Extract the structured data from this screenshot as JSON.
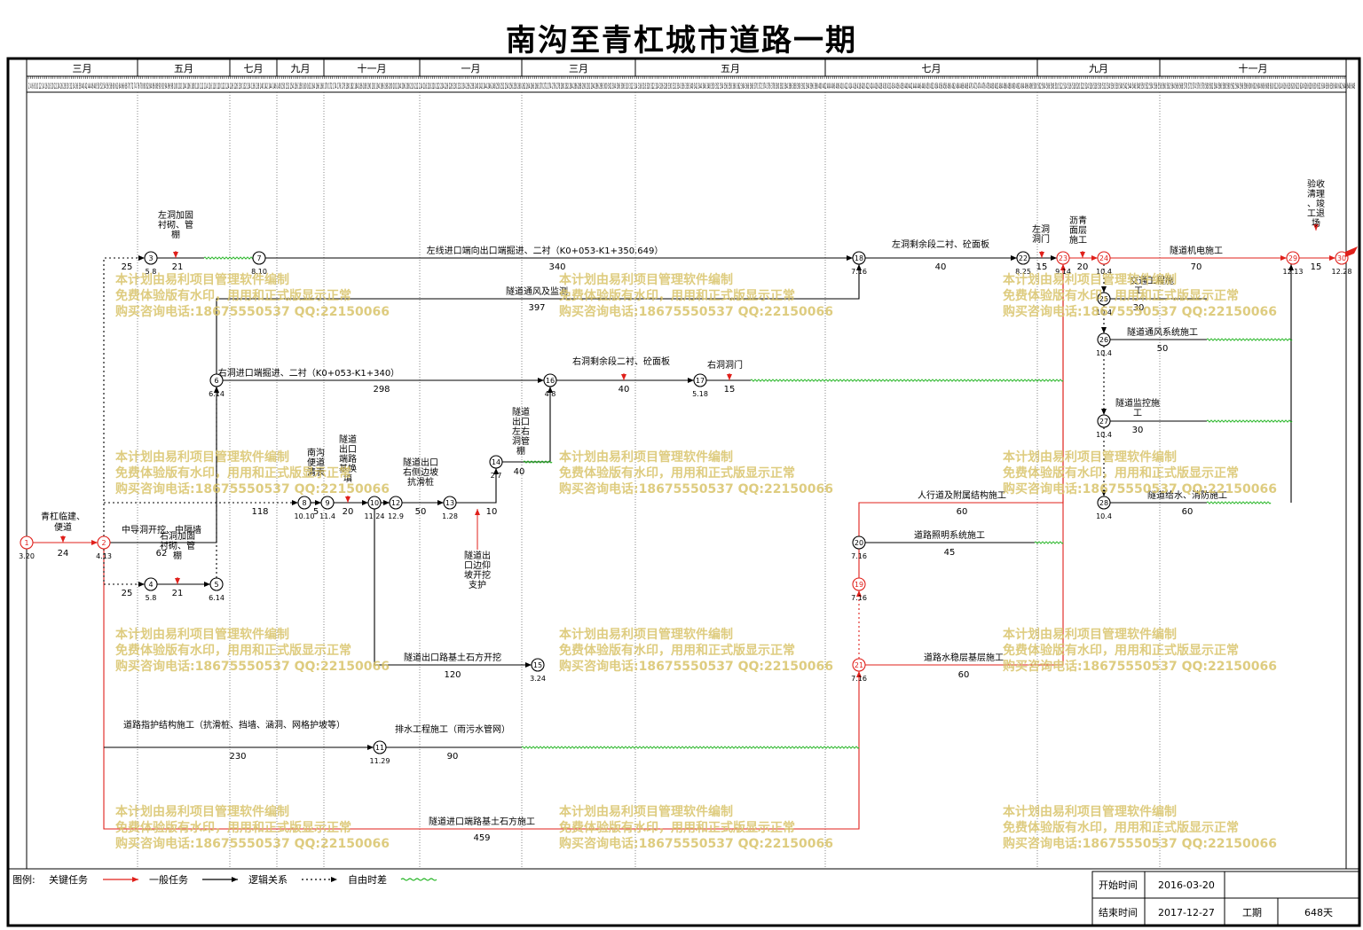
{
  "title": "南沟至青杠城市道路一期",
  "months": [
    "三月",
    "五月",
    "七月",
    "九月",
    "十一月",
    "一月",
    "三月",
    "五月",
    "七月",
    "九月",
    "十一月"
  ],
  "tick_numbers": "2 4 6 8 10 12 14 16 18 20 22 24 26 28 30 32 34 36 38 40 42 44 46 48 50 52 54 56 58 60 62 64 66 68 70 72 74 76 78 80 82 84 86 88 90 92 94 96 98 100 102 104 106 108 110 112 114 116 118 120 122 124 126 128 130 132 134 136 138 140 142 144 146 148 150 152 154 156 158 160 162 164 166 168 170 172 174 176 178 180 182 184 186 188 190 192 194 196 198 200 202 204 206 208 210 212 214 216 218 220 222 224 226 228 230 232 234 236 238 240 242 244 246 248 250 252 254 256 258 260 262 264 266 268 270 272 274 276 278 280 282 284 286 288 290 292 294 296 298 300 302 304 306 308 310 312 314 316 318 320 322 324 326 328 330 332 334 336 338 340 342 344 346 348 350 352 354 356 358 360 362 364 366 368 370 372 374 376 378 380 382 384 386 388 390 392 394 396 398 400 402 404 406 408 410 412 414 416 418 420 422 424 426 428 430 432 434 436 438 440 442 444 446 448 450 452 454 456 458 460 462 464 466 468 470 472 474 476 478 480 482 484 486 488 490 492 494 496 498 500 502 504 506 508 510 512 514 516 518 520 522 524 526 528 530 532 534 536 538 540 542 544 546 548 550 552 554 556 558 560 562 564 566 568 570 572 574 576 578 580 582 584 586 588 590 592 594 596 598 600 602 604 606 608 610 612 614 616 618 620 622 624 626 628 630 632 634 636 638 640 642 644 646 648",
  "colors": {
    "critical": "#e0201b",
    "normal": "#000000",
    "float": "#22b422",
    "watermark": "#d9c46a"
  },
  "nodes": {
    "n1": {
      "id": "1",
      "date": "3.20"
    },
    "n2": {
      "id": "2",
      "date": "4.13"
    },
    "n3": {
      "id": "3",
      "date": "5.8"
    },
    "n4": {
      "id": "4",
      "date": "5.8"
    },
    "n5": {
      "id": "5",
      "date": "6.14"
    },
    "n6": {
      "id": "6",
      "date": "6.14"
    },
    "n7": {
      "id": "7",
      "date": "8.10"
    },
    "n8": {
      "id": "8",
      "date": "10.10"
    },
    "n9": {
      "id": "9",
      "date": "11.4"
    },
    "n10": {
      "id": "10",
      "date": "11.24"
    },
    "n11": {
      "id": "11",
      "date": "11.29"
    },
    "n12": {
      "id": "12",
      "date": "12.9"
    },
    "n13": {
      "id": "13",
      "date": "1.28"
    },
    "n14": {
      "id": "14",
      "date": "2.7"
    },
    "n15": {
      "id": "15",
      "date": "3.24"
    },
    "n16": {
      "id": "16",
      "date": "4.8"
    },
    "n17": {
      "id": "17",
      "date": "5.18"
    },
    "n18": {
      "id": "18",
      "date": "7.16"
    },
    "n19": {
      "id": "19",
      "date": "7.16"
    },
    "n20": {
      "id": "20",
      "date": "7.16"
    },
    "n21": {
      "id": "21",
      "date": "7.16"
    },
    "n22": {
      "id": "22",
      "date": "8.25"
    },
    "n23": {
      "id": "23",
      "date": "9.14"
    },
    "n24": {
      "id": "24",
      "date": "10.4"
    },
    "n25": {
      "id": "25",
      "date": "10.4"
    },
    "n26": {
      "id": "26",
      "date": "10.4"
    },
    "n27": {
      "id": "27",
      "date": "10.4"
    },
    "n28": {
      "id": "28",
      "date": "10.4"
    },
    "n29": {
      "id": "29",
      "date": "12.13"
    },
    "n30": {
      "id": "30",
      "date": "12.28"
    }
  },
  "tasks": {
    "t_qinggang": {
      "name": "青杠临建、便道",
      "days": "24"
    },
    "t_zhongdao": {
      "name": "中导洞开挖、中隔墙",
      "days": "62"
    },
    "t_left_lining": {
      "name": "左洞加固衬砌、管棚",
      "days": "21"
    },
    "t_right_lining": {
      "name": "右洞加固衬砌、管棚",
      "days": "21"
    },
    "t_gap_25a": {
      "name": "",
      "days": "25"
    },
    "t_gap_25b": {
      "name": "",
      "days": "25"
    },
    "t_left_exc": {
      "name": "左线进口端向出口端掘进、二衬（K0+053-K1+350.649）",
      "days": "340"
    },
    "t_vent": {
      "name": "隧道通风及监测",
      "days": "397"
    },
    "t_right_exc": {
      "name": "右洞进口端掘进、二衬（K0+053-K1+340）",
      "days": "298"
    },
    "t_right_rest": {
      "name": "右洞剩余段二衬、砼面板",
      "days": "40"
    },
    "t_right_portal": {
      "name": "右洞洞门",
      "days": "15"
    },
    "t_left_rest": {
      "name": "左洞剩余段二衬、砼面板",
      "days": "40"
    },
    "t_left_portal": {
      "name": "左洞洞门",
      "days": "15"
    },
    "t_asphalt": {
      "name": "沥青面层施工",
      "days": "20"
    },
    "t_mech": {
      "name": "隧道机电施工",
      "days": "70"
    },
    "t_accept": {
      "name": "验收清理、竣工退场",
      "days": "15"
    },
    "t_traffic": {
      "name": "交通工程施工",
      "days": "30"
    },
    "t_vent_sys": {
      "name": "隧道通风系统施工",
      "days": "50"
    },
    "t_monitor": {
      "name": "隧道监控施工",
      "days": "30"
    },
    "t_water": {
      "name": "隧道给水、消防施工",
      "days": "60"
    },
    "t_walk": {
      "name": "人行道及附属结构施工",
      "days": "60"
    },
    "t_light": {
      "name": "道路照明系统施工",
      "days": "45"
    },
    "t_base": {
      "name": "道路水稳层基层施工",
      "days": "60"
    },
    "t_south_clean": {
      "name": "南沟便道清表",
      "days": "118"
    },
    "t_exit_road": {
      "name": "隧道出口端路基换填",
      "days": "20"
    },
    "t_exit_right_side": {
      "name": "隧道出口右侧边坡抗滑桩",
      "days": "50"
    },
    "t_exit_slope": {
      "name": "隧道出口边仰坡开挖支护",
      "days": "10"
    },
    "t_exit_lining": {
      "name": "隧道出口左右洞管棚",
      "days": "40"
    },
    "t_exit_earth": {
      "name": "隧道出口路基土石方开挖",
      "days": "120"
    },
    "t_protect": {
      "name": "道路指护结构施工（抗滑桩、挡墙、涵洞、网格护坡等）",
      "days": "230"
    },
    "t_drain": {
      "name": "排水工程施工（雨污水管网）",
      "days": "90"
    },
    "t_entry_earth": {
      "name": "隧道进口端路基土石方施工",
      "days": "459"
    },
    "t_gap_5": {
      "name": "",
      "days": "5"
    }
  },
  "watermark": [
    "本计划由易利项目管理软件编制",
    "免费体验版有水印，用用和正式版显示正常",
    "购买咨询电话:18675550537 QQ:22150066"
  ],
  "legend": {
    "label": "图例:",
    "critical": "关键任务",
    "normal": "一般任务",
    "logic": "逻辑关系",
    "float": "自由时差"
  },
  "info": {
    "start_label": "开始时间",
    "start_value": "2016-03-20",
    "end_label": "结束时间",
    "end_value": "2017-12-27",
    "duration_label": "工期",
    "duration_value": "648天"
  }
}
